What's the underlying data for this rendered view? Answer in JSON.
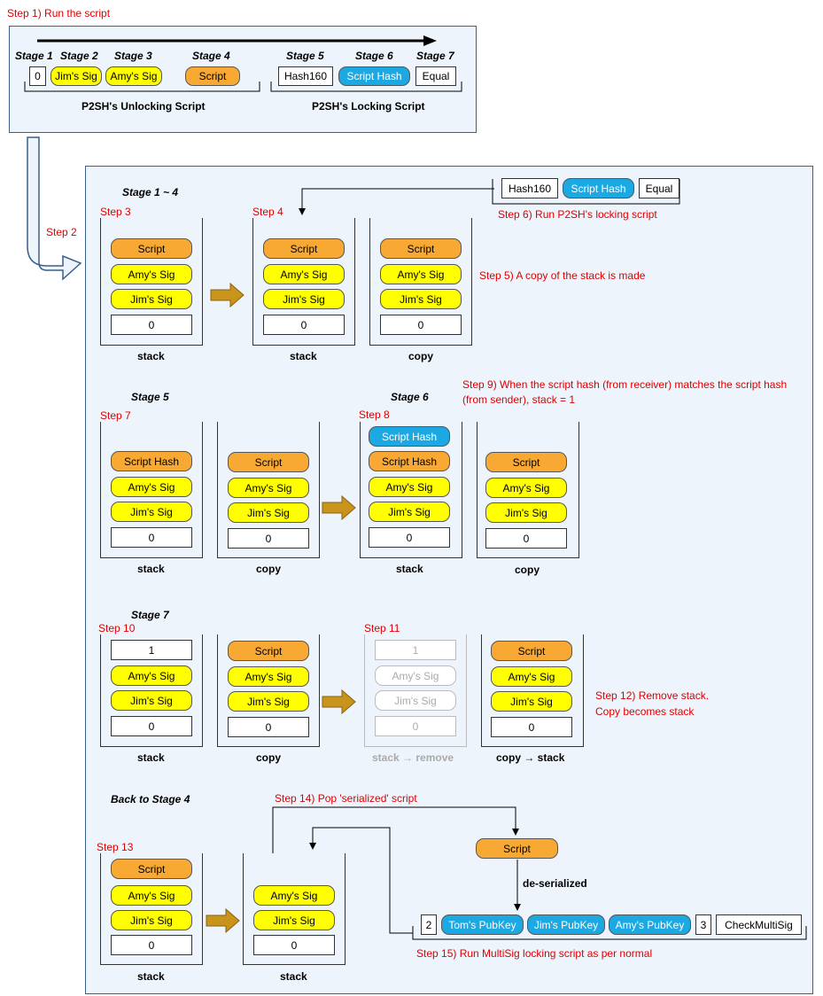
{
  "header": {
    "step1": "Step 1) Run the script",
    "stages": [
      "Stage 1",
      "Stage 2",
      "Stage 3",
      "Stage 4",
      "Stage 5",
      "Stage 6",
      "Stage 7"
    ],
    "unlocking_label": "P2SH's Unlocking Script",
    "locking_label": "P2SH's Locking Script"
  },
  "items": {
    "zero": "0",
    "one": "1",
    "two": "2",
    "three": "3",
    "jim_sig": "Jim's Sig",
    "amy_sig": "Amy's Sig",
    "script": "Script",
    "hash160": "Hash160",
    "script_hash": "Script Hash",
    "equal": "Equal",
    "tom_pubkey": "Tom's PubKey",
    "jim_pubkey": "Jim's PubKey",
    "amy_pubkey": "Amy's PubKey",
    "checkmultisig": "CheckMultiSig"
  },
  "labels": {
    "step2": "Step 2",
    "stage1_4": "Stage 1 ~ 4",
    "step3": "Step 3",
    "step4": "Step 4",
    "step5": "Step 5) A copy of the stack is made",
    "step6": "Step 6) Run P2SH's locking script",
    "stage5": "Stage 5",
    "stage6": "Stage 6",
    "step7": "Step 7",
    "step8": "Step 8",
    "step9": "Step 9) When the script hash (from receiver) matches the script hash (from sender), stack = 1",
    "stage7": "Stage 7",
    "step10": "Step 10",
    "step11": "Step 11",
    "step12": "Step 12) Remove stack. Copy becomes stack",
    "back_stage4": "Back to Stage 4",
    "step13": "Step 13",
    "step14": "Step 14) Pop 'serialized' script",
    "step15": "Step 15) Run MultiSig locking script as per normal",
    "deserialized": "de-serialized",
    "stack": "stack",
    "copy": "copy",
    "stack_remove": "stack → remove",
    "copy_stack": "copy → stack"
  },
  "colors": {
    "script": "#f7a933",
    "sig": "#ffff00",
    "hash": "#1ca8e3",
    "annotation": "#e00000",
    "arrow": "#b8860b"
  }
}
